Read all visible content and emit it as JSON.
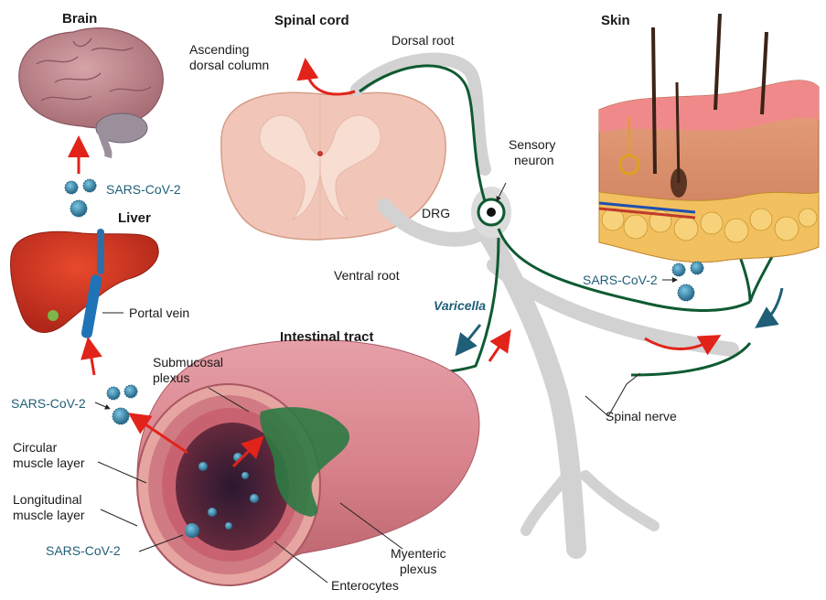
{
  "titles": {
    "brain": "Brain",
    "spinal_cord": "Spinal cord",
    "skin": "Skin",
    "liver": "Liver",
    "intestinal_tract": "Intestinal tract"
  },
  "labels": {
    "ascending_dorsal_column_1": "Ascending",
    "ascending_dorsal_column_2": "dorsal column",
    "dorsal_root": "Dorsal root",
    "sensory_neuron_1": "Sensory",
    "sensory_neuron_2": "neuron",
    "drg": "DRG",
    "ventral_root": "Ventral root",
    "varicella": "Varicella",
    "portal_vein": "Portal vein",
    "submucosal_plexus_1": "Submucosal",
    "submucosal_plexus_2": "plexus",
    "circular_muscle_1": "Circular",
    "circular_muscle_2": "muscle layer",
    "longitudinal_muscle_1": "Longitudinal",
    "longitudinal_muscle_2": "muscle layer",
    "myenteric_plexus_1": "Myenteric",
    "myenteric_plexus_2": "plexus",
    "enterocytes": "Enterocytes",
    "spinal_nerve": "Spinal nerve"
  },
  "virus_labels": {
    "brain": "SARS-CoV-2",
    "liver": "SARS-CoV-2",
    "skin": "SARS-CoV-2",
    "intestine": "SARS-CoV-2"
  },
  "colors": {
    "arrow_red": "#e2231a",
    "arrow_teal": "#1f5f78",
    "nerve_green": "#0f5a32",
    "nerve_gray": "#d2d2d2",
    "tissue_pink": "#f1c6b8",
    "gut_pink": "#d9838c",
    "virus_blue": "#2b7ea1"
  }
}
